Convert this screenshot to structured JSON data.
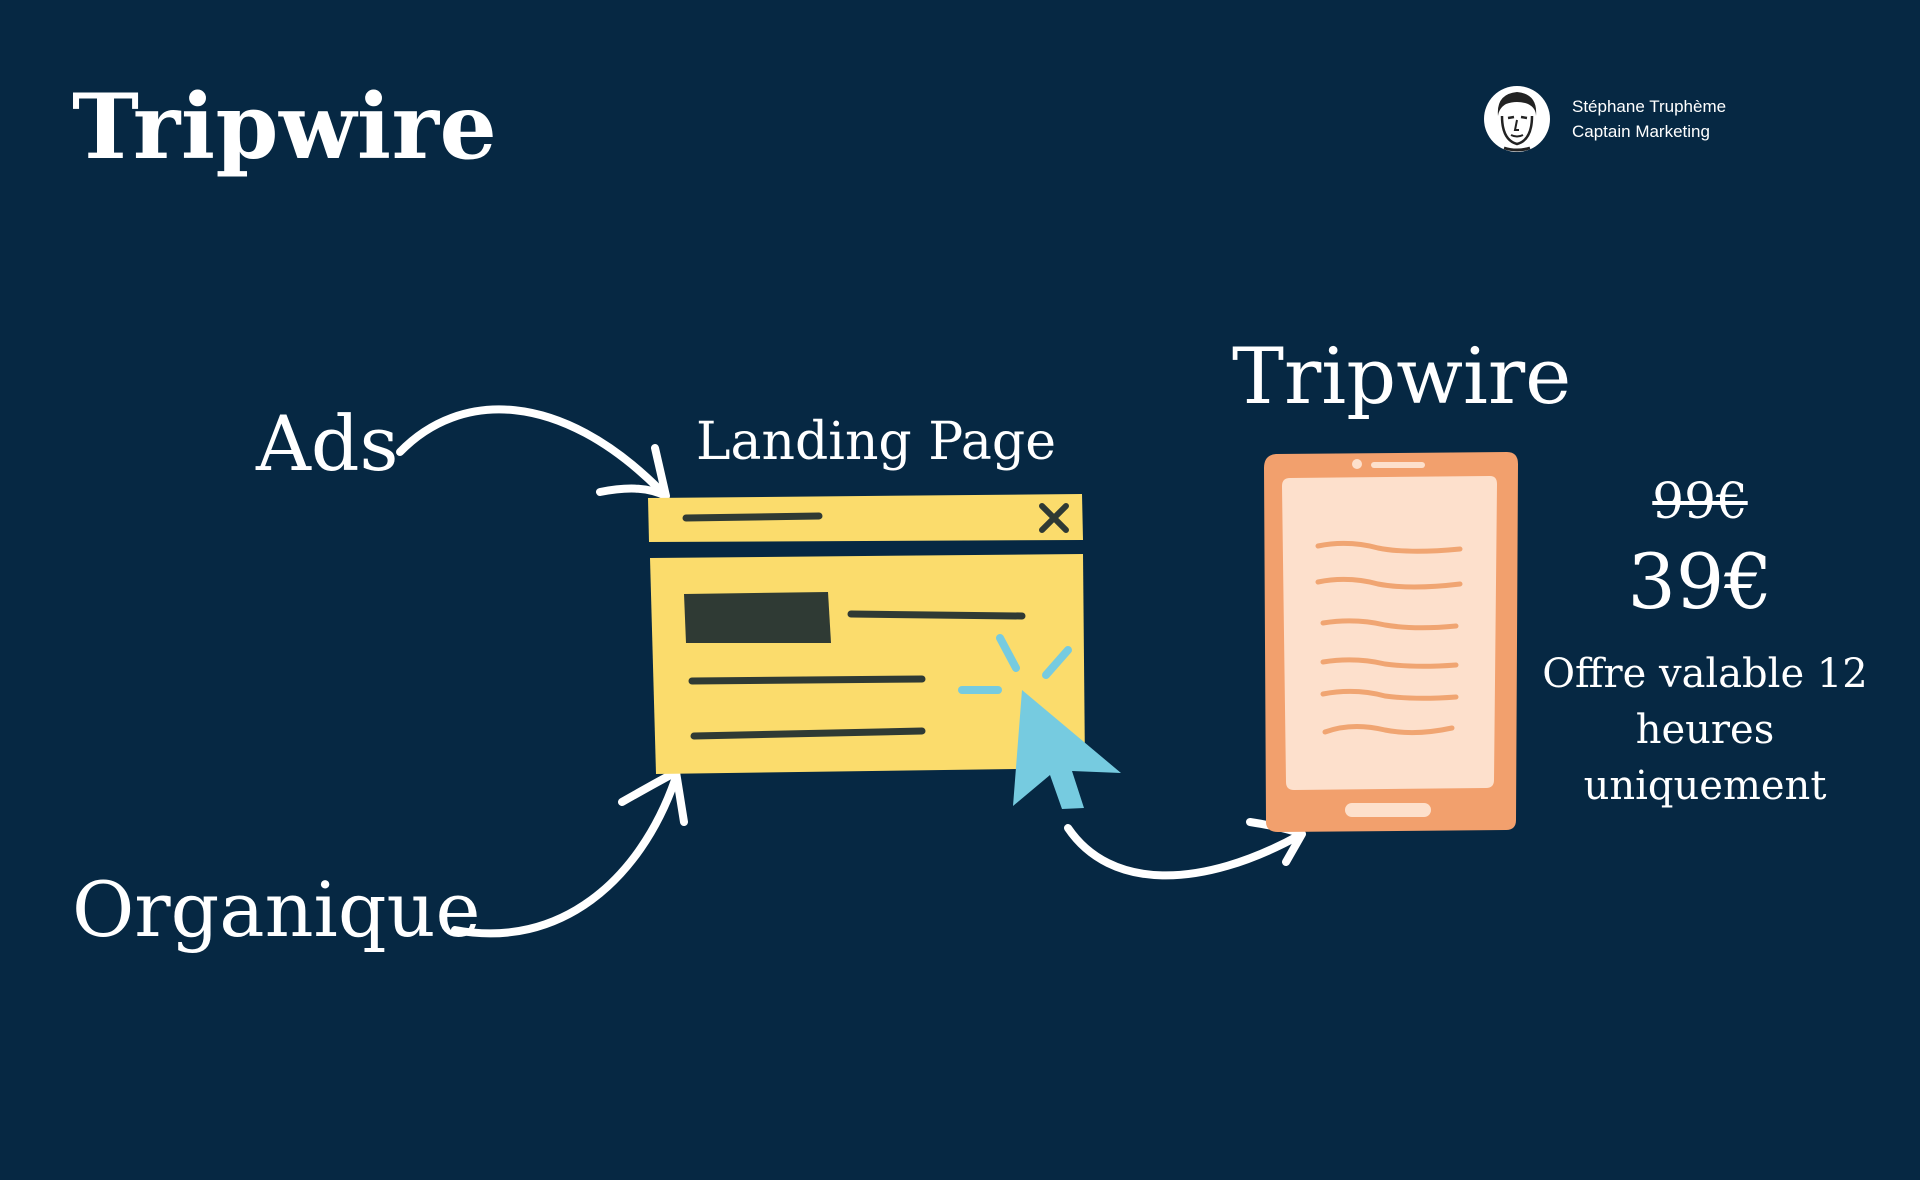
{
  "header": {
    "title": "Tripwire"
  },
  "author": {
    "name": "Stéphane Truphème",
    "role": "Captain Marketing",
    "avatar_icon": "portrait-avatar-icon"
  },
  "diagram": {
    "sources": {
      "ads_label": "Ads",
      "organic_label": "Organique"
    },
    "landing_page": {
      "label": "Landing Page",
      "icon": "browser-window-icon",
      "cursor_icon": "click-cursor-icon"
    },
    "tripwire": {
      "label": "Tripwire",
      "icon": "smartphone-icon"
    },
    "pricing": {
      "old_price": "99€",
      "new_price": "39€",
      "offer_text": "Offre valable 12 heures uniquement"
    }
  },
  "colors": {
    "background": "#062843",
    "text": "#ffffff",
    "browser_fill": "#fbdc6c",
    "browser_lines": "#2f3a34",
    "cursor": "#76cbe0",
    "phone_frame": "#f2a06d",
    "phone_screen": "#fde0cc",
    "phone_lines": "#f0a572"
  }
}
